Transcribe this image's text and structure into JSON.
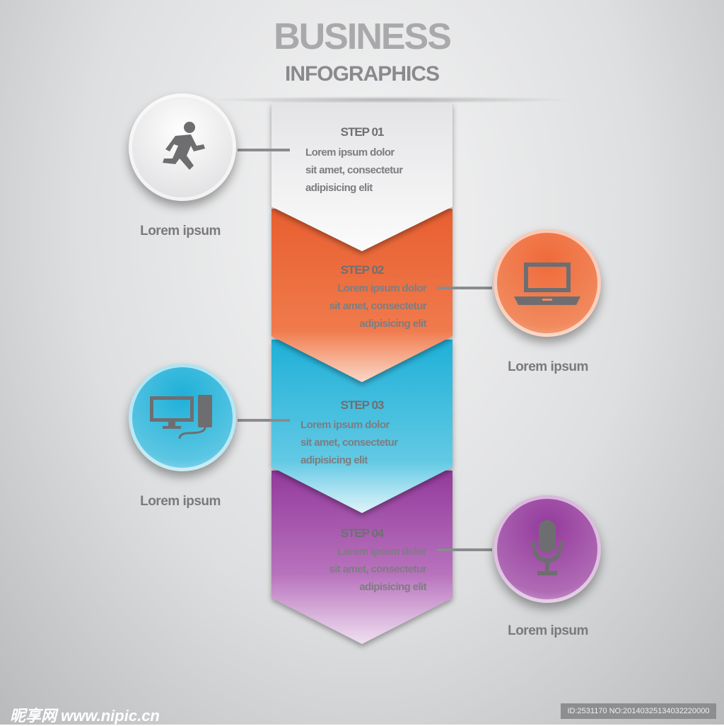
{
  "header": {
    "title": "BUSINESS",
    "subtitle": "INFOGRAPHICS"
  },
  "steps": [
    {
      "title": "STEP 01",
      "lines": [
        "Lorem ipsum dolor",
        "sit amet, consectetur",
        "adipisicing elit"
      ],
      "caption": "Lorem ipsum",
      "icon": "running-man-icon",
      "color": "#f2f2f3"
    },
    {
      "title": "STEP 02",
      "lines": [
        "Lorem ipsum dolor",
        "sit amet, consectetur",
        "adipisicing elit"
      ],
      "caption": "Lorem ipsum",
      "icon": "laptop-icon",
      "color": "#ef6a3a"
    },
    {
      "title": "STEP 03",
      "lines": [
        "Lorem ipsum dolor",
        "sit amet, consectetur",
        "adipisicing elit"
      ],
      "caption": "Lorem ipsum",
      "icon": "desktop-computer-icon",
      "color": "#36b9dc"
    },
    {
      "title": "STEP 04",
      "lines": [
        "Lorem ipsum dolor",
        "sit amet, consectetur",
        "adipisicing elit"
      ],
      "caption": "Lorem ipsum",
      "icon": "microphone-icon",
      "color": "#9a3fa0"
    }
  ],
  "watermark": {
    "left": "昵享网 www.nipic.cn",
    "right": "ID:2531170 NO:20140325134032220000"
  }
}
